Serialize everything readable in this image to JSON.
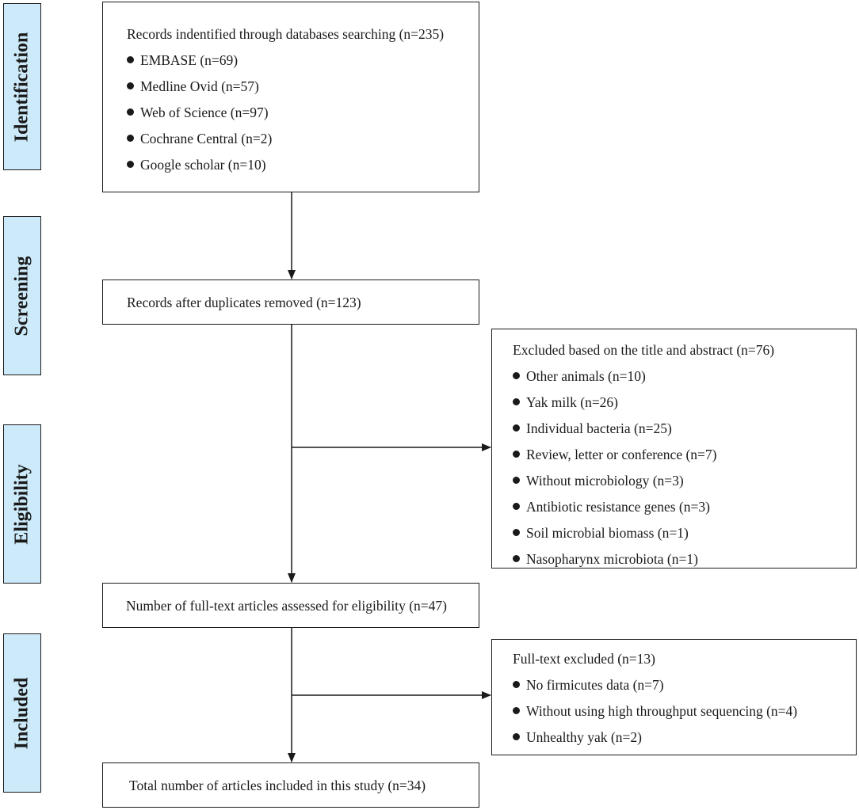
{
  "phases": {
    "identification": "Identification",
    "screening": "Screening",
    "eligibility": "Eligibility",
    "included": "Included"
  },
  "boxes": {
    "records_identified": {
      "title": "Records indentified through databases searching (n=235)",
      "items": [
        "EMBASE (n=69)",
        "Medline Ovid (n=57)",
        "Web of Science (n=97)",
        "Cochrane Central (n=2)",
        "Google scholar (n=10)"
      ]
    },
    "duplicates_removed": {
      "title": "Records after duplicates removed (n=123)"
    },
    "excluded_title_abstract": {
      "title": "Excluded based on the title and abstract (n=76)",
      "items": [
        "Other animals (n=10)",
        "Yak milk (n=26)",
        "Individual bacteria (n=25)",
        "Review, letter or conference (n=7)",
        "Without microbiology (n=3)",
        "Antibiotic resistance genes (n=3)",
        "Soil microbial biomass (n=1)",
        "Nasopharynx microbiota (n=1)"
      ]
    },
    "full_text_assessed": {
      "title": "Number of full-text articles assessed for eligibility (n=47)"
    },
    "full_text_excluded": {
      "title": "Full-text excluded (n=13)",
      "items": [
        "No firmicutes data (n=7)",
        "Without using high throughput sequencing (n=4)",
        "Unhealthy yak (n=2)"
      ]
    },
    "total_included": {
      "title": "Total number of articles included in this study (n=34)"
    }
  }
}
